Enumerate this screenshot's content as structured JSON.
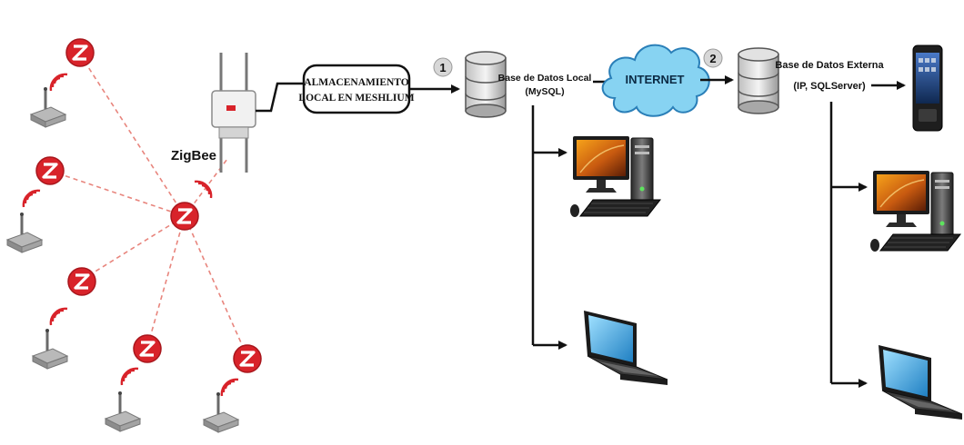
{
  "labels": {
    "zigbee": "ZigBee",
    "storage_line1": "ALMACENAMIENTO",
    "storage_line2": "LOCAL EN MESHLIUM",
    "step1": "1",
    "step2": "2",
    "local_db_line1": "Base de Datos Local",
    "local_db_line2": "(MySQL)",
    "internet": "INTERNET",
    "external_db_line1": "Base de Datos Externa",
    "external_db_line2": "(IP, SQLServer)"
  },
  "icons": {
    "zigbee_node": "zigbee-node-icon",
    "sensor": "sensor-device-icon",
    "gateway": "meshlium-gateway-icon",
    "database": "database-icon",
    "cloud": "internet-cloud-icon",
    "desktop": "desktop-computer-icon",
    "laptop": "laptop-icon",
    "phone": "smartphone-icon"
  },
  "colors": {
    "zigbee_red": "#d8232a",
    "link_red": "#e8857d",
    "cloud_blue": "#87d3f2",
    "cloud_stroke": "#2a7fb8",
    "arrow": "#111111"
  }
}
